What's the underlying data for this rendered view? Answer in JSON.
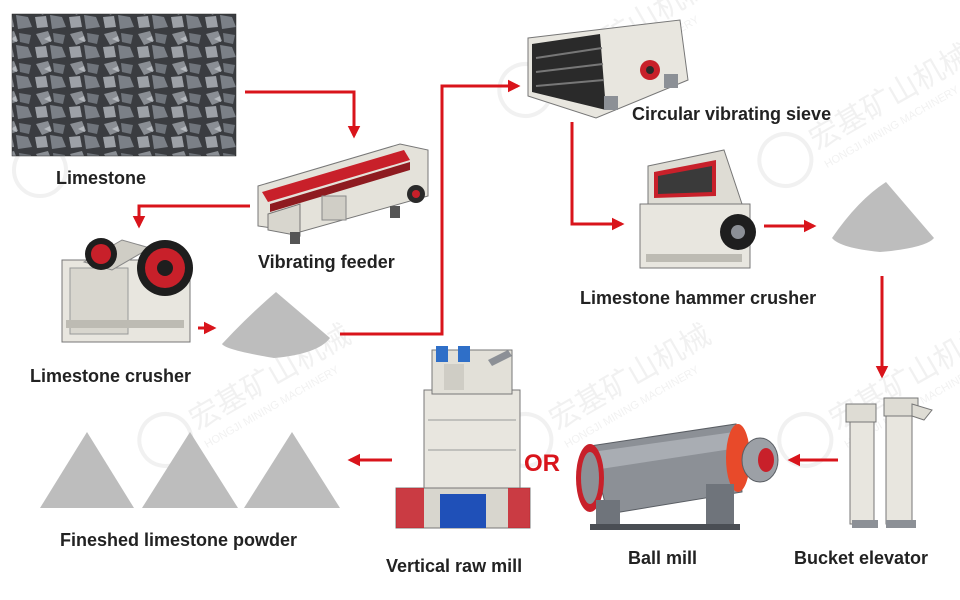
{
  "labels": {
    "limestone": "Limestone",
    "vibrating_feeder": "Vibrating feeder",
    "limestone_crusher": "Limestone crusher",
    "circular_vibrating_sieve": "Circular vibrating sieve",
    "limestone_hammer_crusher": "Limestone hammer crusher",
    "bucket_elevator": "Bucket elevator",
    "ball_mill": "Ball mill",
    "or": "OR",
    "vertical_raw_mill": "Vertical raw mill",
    "finished_powder": "Fineshed limestone powder"
  },
  "watermark": {
    "text_cn": "宏基矿山机械",
    "text_en": "HONGJI MINING MACHINERY"
  },
  "colors": {
    "arrow": "#d9141b",
    "pile": "#bdbdbd",
    "machine_body": "#e8e6df",
    "machine_red": "#c8202a",
    "steel": "#8c9096",
    "dark": "#2a2a2a"
  },
  "icons": {
    "limestone": "rock-pile-photo",
    "feeder": "vibrating-feeder-machine",
    "jaw_crusher": "jaw-crusher-machine",
    "sieve": "circular-vibrating-sieve-machine",
    "hammer_crusher": "hammer-crusher-machine",
    "elevator": "bucket-elevator-machine",
    "ball_mill": "ball-mill-machine",
    "vertical_mill": "vertical-raw-mill-machine"
  }
}
